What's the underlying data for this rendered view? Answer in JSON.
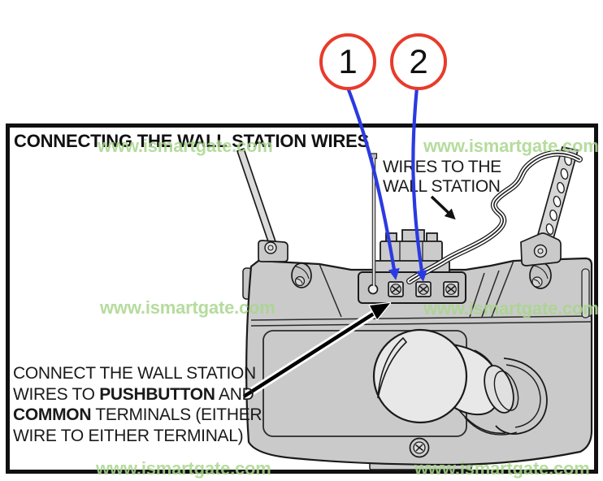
{
  "panel": {
    "title": "CONNECTING THE WALL STATION WIRES"
  },
  "callouts": {
    "one": "1",
    "two": "2"
  },
  "labels": {
    "wires_to": {
      "line1": "WIRES TO THE",
      "line2": "WALL STATION"
    },
    "instruction": {
      "l1": "CONNECT THE WALL STATION",
      "l2a": "WIRES TO ",
      "l2b": "PUSHBUTTON",
      "l2c": " AND",
      "l3a": "COMMON",
      "l3b": " TERMINALS (EITHER",
      "l4": "WIRE TO EITHER TERMINAL)"
    }
  },
  "watermark": {
    "text": "www.ismartgate.com"
  },
  "colors": {
    "callout_red": "#e83b2b",
    "arrow_blue": "#2b3ae0",
    "watermark_green": "#a9d68c",
    "housing_gray": "#cacaca",
    "outline_black": "#1a1a1a"
  }
}
